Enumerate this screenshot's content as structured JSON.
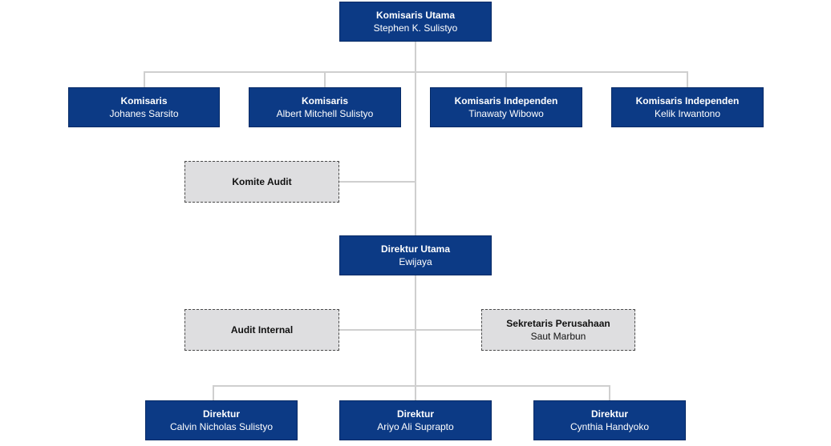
{
  "org_chart": {
    "komisaris_utama": {
      "title": "Komisaris Utama",
      "name": "Stephen K. Sulistyo"
    },
    "komisaris": [
      {
        "title": "Komisaris",
        "name": "Johanes Sarsito"
      },
      {
        "title": "Komisaris",
        "name": "Albert Mitchell Sulistyo"
      },
      {
        "title": "Komisaris Independen",
        "name": "Tinawaty Wibowo"
      },
      {
        "title": "Komisaris Independen",
        "name": "Kelik Irwantono"
      }
    ],
    "komite_audit": {
      "title": "Komite Audit"
    },
    "direktur_utama": {
      "title": "Direktur Utama",
      "name": "Ewijaya"
    },
    "audit_internal": {
      "title": "Audit Internal"
    },
    "sekretaris_perusahaan": {
      "title": "Sekretaris Perusahaan",
      "name": "Saut Marbun"
    },
    "direktur": [
      {
        "title": "Direktur",
        "name": "Calvin Nicholas Sulistyo"
      },
      {
        "title": "Direktur",
        "name": "Ariyo Ali Suprapto"
      },
      {
        "title": "Direktur",
        "name": "Cynthia Handyoko"
      }
    ]
  }
}
